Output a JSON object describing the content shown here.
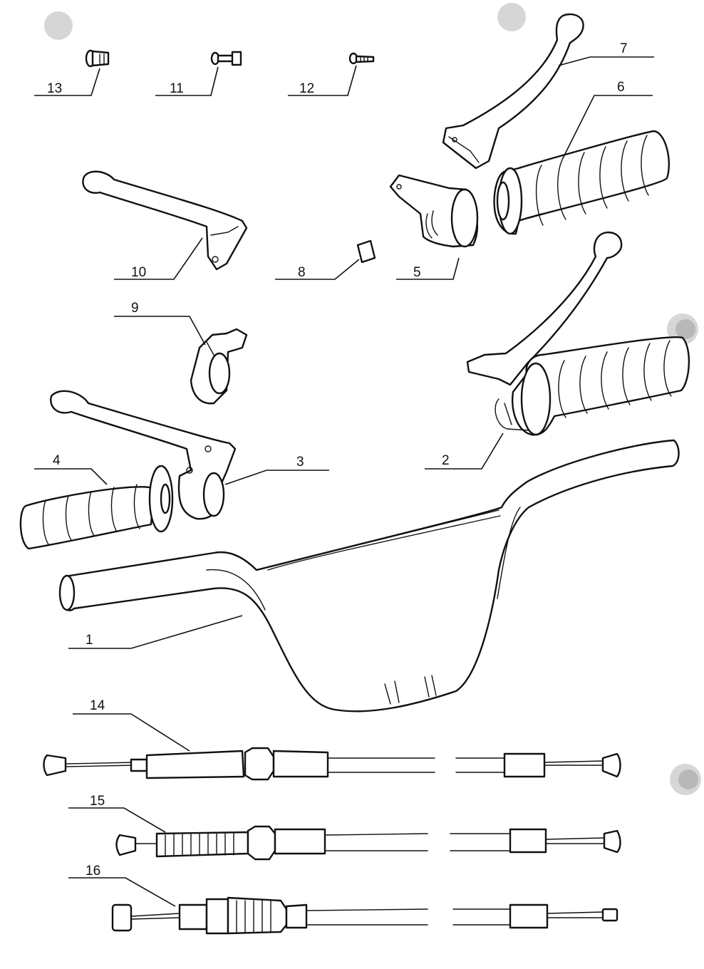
{
  "callouts": [
    {
      "id": "c13",
      "label": "13"
    },
    {
      "id": "c11",
      "label": "11"
    },
    {
      "id": "c12",
      "label": "12"
    },
    {
      "id": "c7",
      "label": "7"
    },
    {
      "id": "c6",
      "label": "6"
    },
    {
      "id": "c10",
      "label": "10"
    },
    {
      "id": "c8",
      "label": "8"
    },
    {
      "id": "c5",
      "label": "5"
    },
    {
      "id": "c9",
      "label": "9"
    },
    {
      "id": "c4",
      "label": "4"
    },
    {
      "id": "c3",
      "label": "3"
    },
    {
      "id": "c2",
      "label": "2"
    },
    {
      "id": "c1",
      "label": "1"
    },
    {
      "id": "c14",
      "label": "14"
    },
    {
      "id": "c15",
      "label": "15"
    },
    {
      "id": "c16",
      "label": "16"
    }
  ],
  "colors": {
    "ink": "#111111",
    "paper": "#ffffff",
    "punch_hole": "#d6d6d6"
  },
  "icons": [
    "punch-hole-icon"
  ]
}
